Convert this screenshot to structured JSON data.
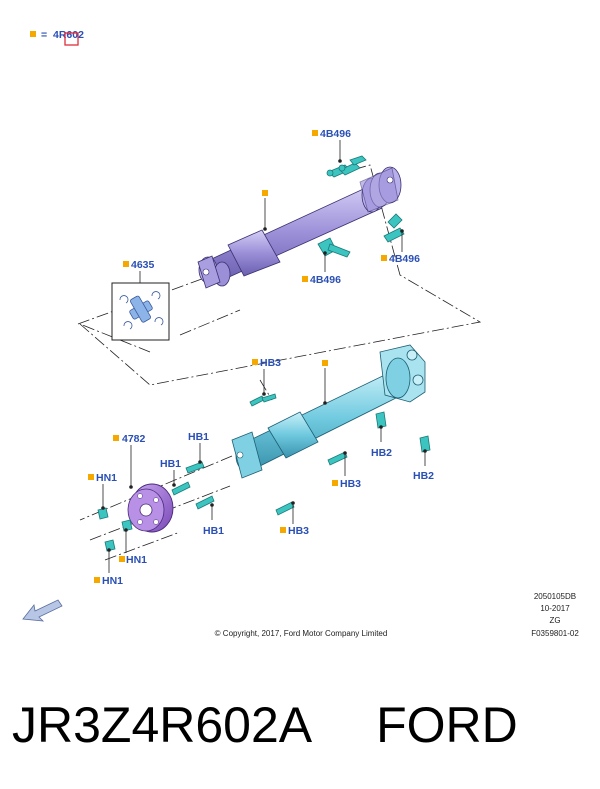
{
  "legend": {
    "equals": "=",
    "code": "4R602"
  },
  "callouts": {
    "shaft_front": "",
    "shaft_rear": "",
    "bolt_top": "4B496",
    "bolt_mid": "4B496",
    "bolt_right": "4B496",
    "ujoint": "4635",
    "hb3_a": "HB3",
    "hb3_b": "HB3",
    "hb3_c": "HB3",
    "hb2_a": "HB2",
    "hb2_b": "HB2",
    "hb1_a": "HB1",
    "hb1_b": "HB1",
    "hb1_c": "HB1",
    "flex_coupling": "4782",
    "hn1_a": "HN1",
    "hn1_b": "HN1",
    "hn1_c": "HN1"
  },
  "meta": {
    "drawing_id": "2050105DB",
    "date": "10-2017",
    "rev": "ZG",
    "figure": "F0359801-02",
    "copyright": "© Copyright, 2017, Ford Motor Company Limited"
  },
  "caption": {
    "part_number": "JR3Z4R602A",
    "brand": "FORD"
  },
  "colors": {
    "callout_text": "#2a4fb5",
    "marker": "#f5a800",
    "shaft_front": "#9b8fd8",
    "shaft_rear": "#6ec9df",
    "bolts": "#3cc4c0",
    "coupling": "#9a6ed6",
    "highlight": "#e0303a"
  }
}
